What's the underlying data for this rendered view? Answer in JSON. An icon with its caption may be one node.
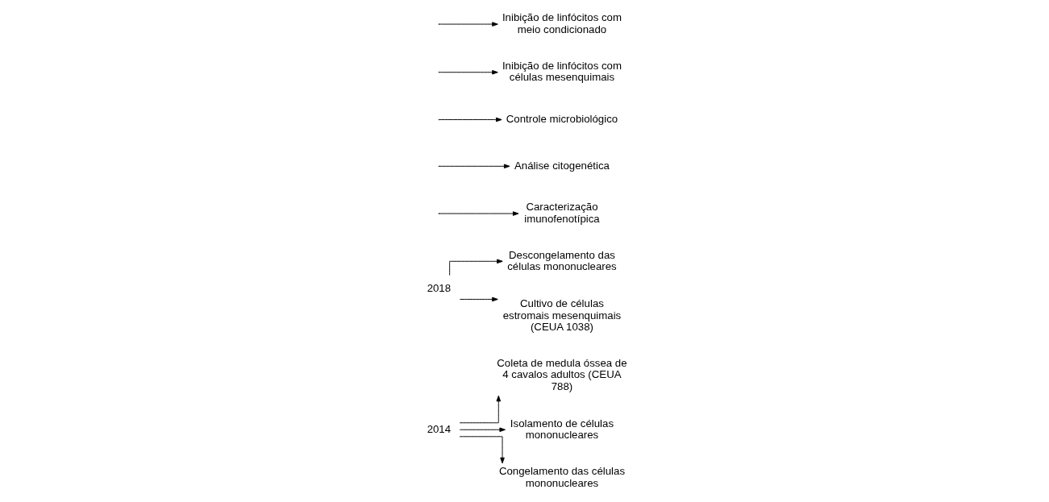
{
  "diagram": {
    "nodes": [
      {
        "text": [
          "2014"
        ]
      },
      {
        "text": [
          "Coleta de medula óssea de 4 cavalos adultos (CEUA 788)"
        ]
      },
      {
        "text": [
          "Isolamento de células mononucleares"
        ]
      },
      {
        "text": [
          "Congelamento das células mononucleares"
        ]
      },
      {
        "text": [
          "2018"
        ]
      },
      {
        "text": [
          "Descongelamento das células mononucleares"
        ]
      },
      {
        "text": [
          "Cultivo de células estromais mesenquimais (CEUA 1038)"
        ]
      },
      {
        "text": [
          "Caracterização imunofenotípica"
        ]
      },
      {
        "text": [
          "Análise citogenética"
        ]
      },
      {
        "text": [
          "Controle microbiológico"
        ]
      },
      {
        "text": [
          "Inibição de linfócitos com células mesenquimais"
        ]
      },
      {
        "text": [
          "Inibição de linfócitos com meio condicionado"
        ]
      }
    ],
    "edges": [
      {
        "from": 0,
        "to": 1,
        "arrow": "to"
      },
      {
        "from": 0,
        "to": 2,
        "arrow": "to"
      },
      {
        "from": 0,
        "to": 3,
        "arrow": "to"
      },
      {
        "from": 4,
        "to": 5,
        "arrow": "to"
      },
      {
        "from": 4,
        "to": 6,
        "arrow": "to"
      },
      {
        "from": null,
        "to": 7,
        "arrow": "to"
      },
      {
        "from": null,
        "to": 8,
        "arrow": "to"
      },
      {
        "from": null,
        "to": 9,
        "arrow": "to"
      },
      {
        "from": null,
        "to": 10,
        "arrow": "to"
      },
      {
        "from": null,
        "to": 11,
        "arrow": "to"
      }
    ]
  }
}
